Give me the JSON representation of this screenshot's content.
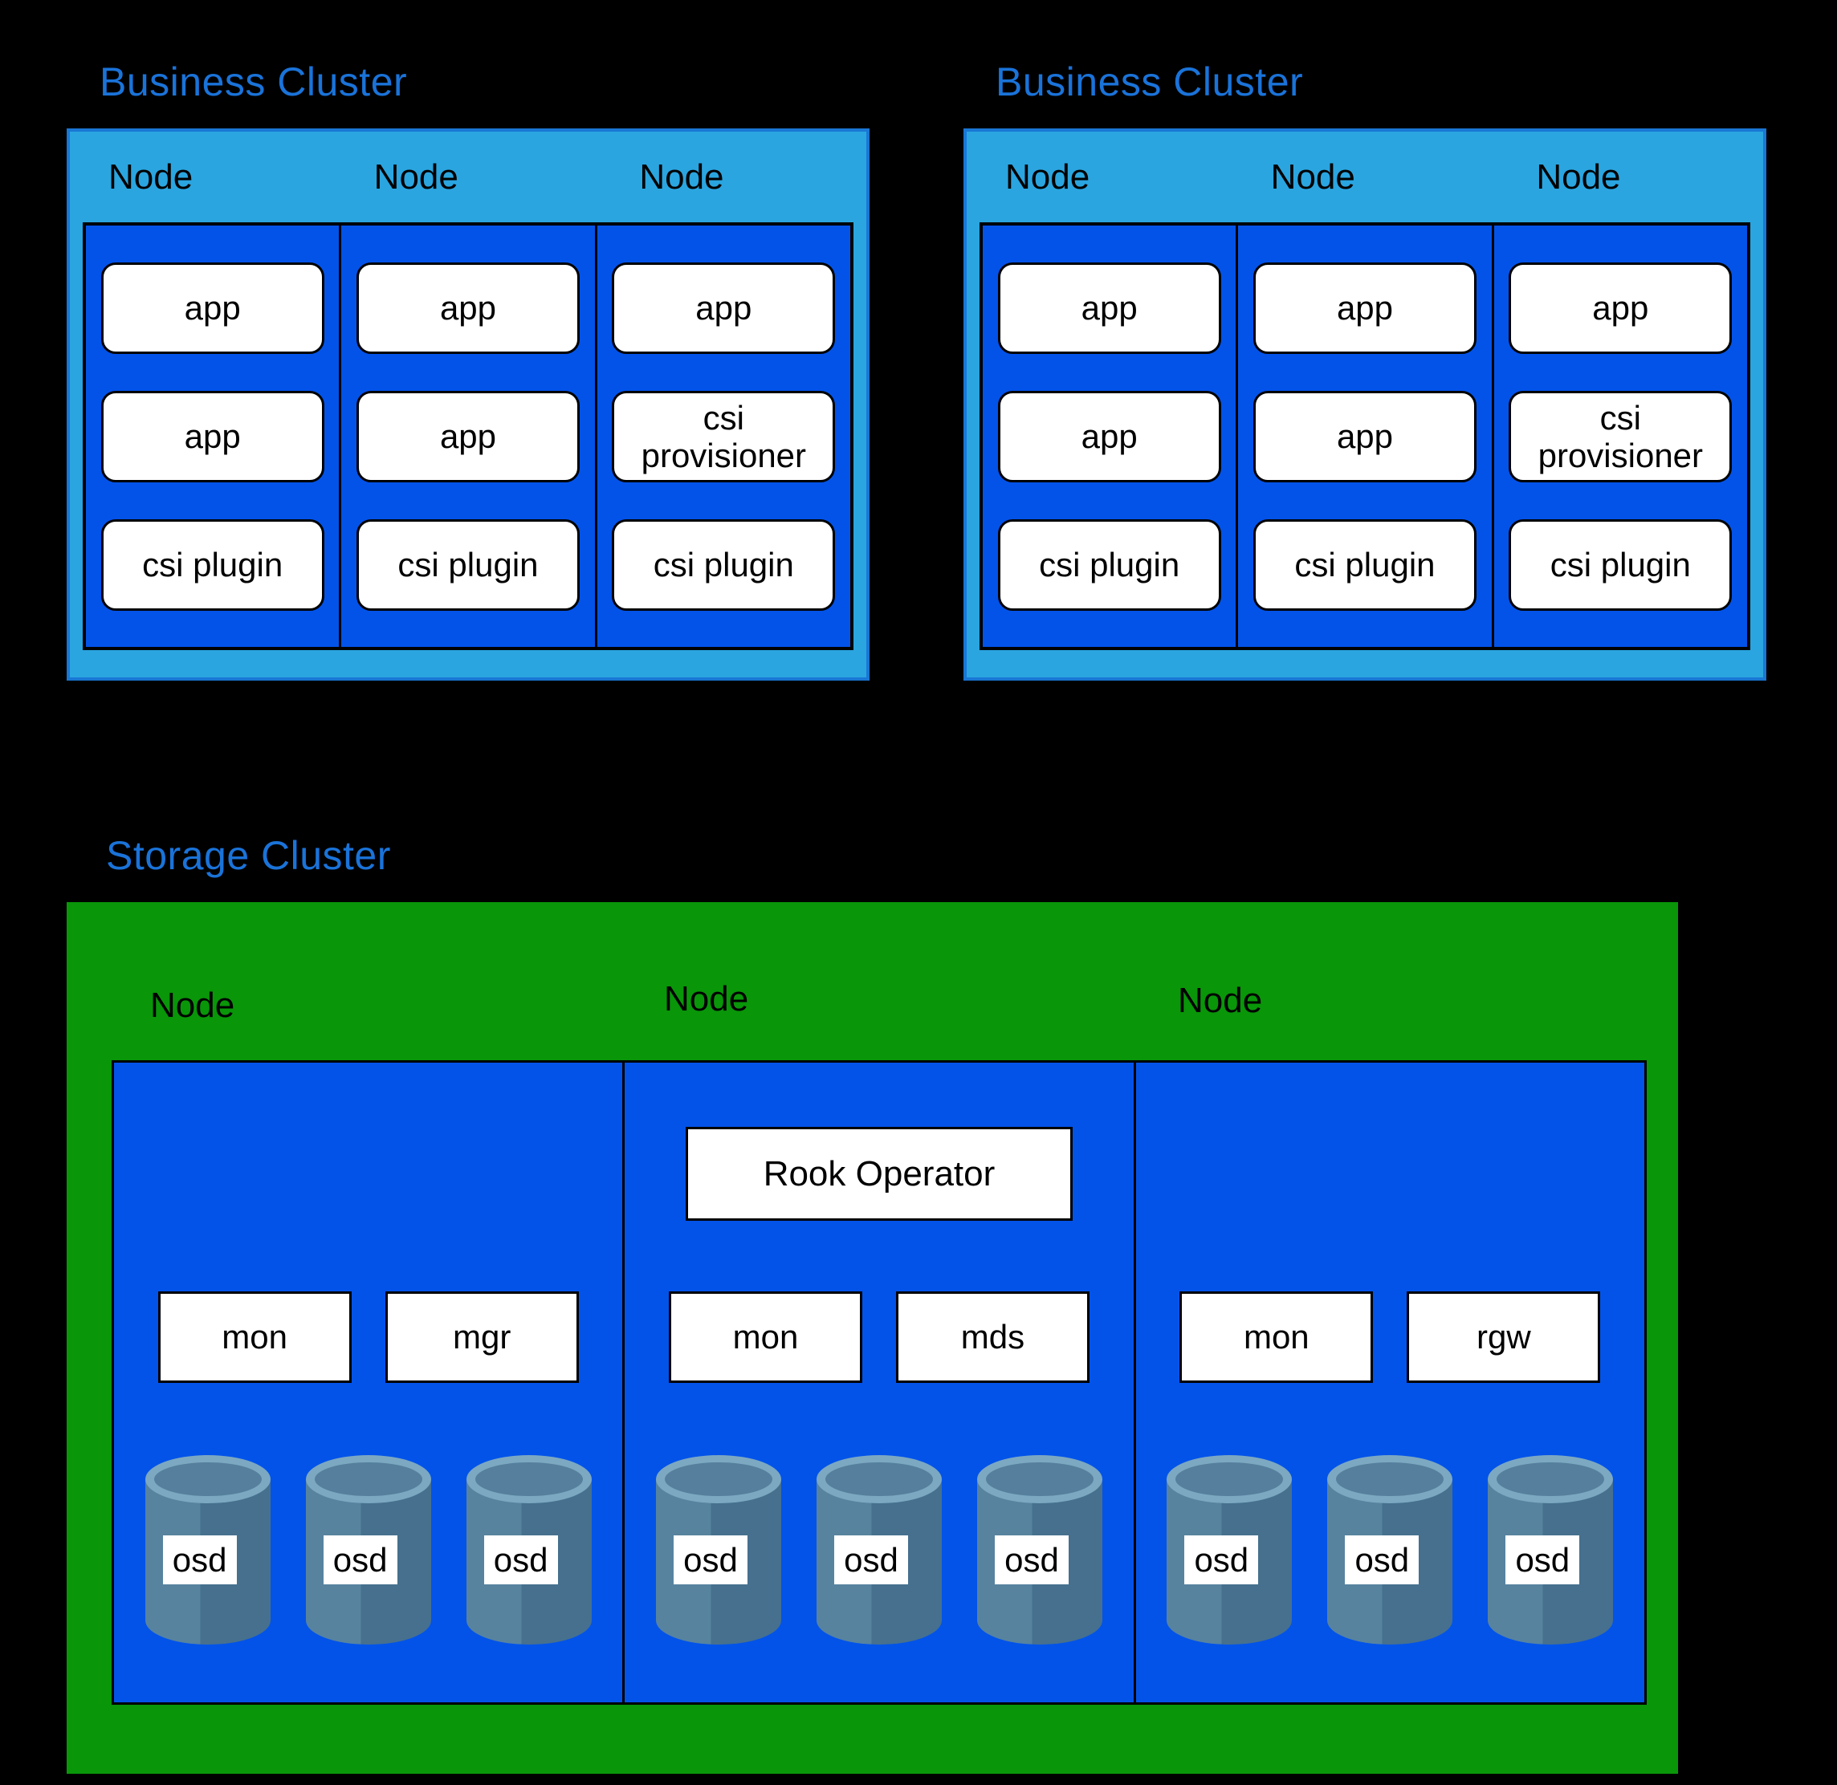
{
  "colors": {
    "background": "#000000",
    "title_blue": "#1a73d9",
    "cluster_light_blue": "#2aa5e0",
    "cluster_dark_blue": "#0353e9",
    "storage_green": "#099609",
    "box_white": "#ffffff",
    "cylinder_body": "#57839f",
    "cylinder_body_dark": "#46708e",
    "cylinder_top": "#7ca8c1"
  },
  "business_clusters": [
    {
      "title": "Business Cluster",
      "nodes": [
        {
          "label": "Node",
          "pods": [
            "app",
            "app",
            "csi plugin"
          ]
        },
        {
          "label": "Node",
          "pods": [
            "app",
            "app",
            "csi plugin"
          ]
        },
        {
          "label": "Node",
          "pods": [
            "app",
            "csi provisioner",
            "csi plugin"
          ]
        }
      ]
    },
    {
      "title": "Business Cluster",
      "nodes": [
        {
          "label": "Node",
          "pods": [
            "app",
            "app",
            "csi plugin"
          ]
        },
        {
          "label": "Node",
          "pods": [
            "app",
            "app",
            "csi plugin"
          ]
        },
        {
          "label": "Node",
          "pods": [
            "app",
            "csi provisioner",
            "csi plugin"
          ]
        }
      ]
    }
  ],
  "storage_cluster": {
    "title": "Storage Cluster",
    "nodes": [
      {
        "label": "Node",
        "services": [
          "mon",
          "mgr"
        ],
        "osds": [
          "osd",
          "osd",
          "osd"
        ]
      },
      {
        "label": "Node",
        "operator": "Rook Operator",
        "services": [
          "mon",
          "mds"
        ],
        "osds": [
          "osd",
          "osd",
          "osd"
        ]
      },
      {
        "label": "Node",
        "services": [
          "mon",
          "rgw"
        ],
        "osds": [
          "osd",
          "osd",
          "osd"
        ]
      }
    ]
  }
}
